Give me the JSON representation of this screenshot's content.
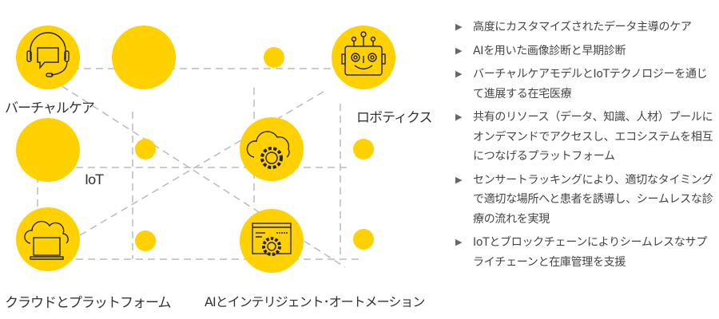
{
  "colors": {
    "accent": "#FFD100",
    "line": "#b8b8b8",
    "icon": "#222"
  },
  "labels": {
    "virtual_care": "バーチャルケア",
    "iot": "IoT",
    "robotics": "ロボティクス",
    "cloud_platform": "クラウドとプラットフォーム",
    "ai_automation": "AIとインテリジェント･オートメーション"
  },
  "list": [
    {
      "text": "高度にカスタマイズされたデータ主導のケア"
    },
    {
      "text": "AIを用いた画像診断と早期診断"
    },
    {
      "text": "バーチャルケアモデルとIoTテクノロジーを通じて進展する在宅医療"
    },
    {
      "text": "共有のリソース（データ、知識、人材）プールにオンデマンドでアクセスし、エコシステムを相互につなげるプラットフォーム"
    },
    {
      "text": "センサートラッキングにより、適切なタイミングで適切な場所へと患者を誘導し、シームレスな診療の流れを実現"
    },
    {
      "text": "IoTとブロックチェーンによりシームレスなサプライチェーンと在庫管理を支援"
    }
  ],
  "bullet": "▶"
}
